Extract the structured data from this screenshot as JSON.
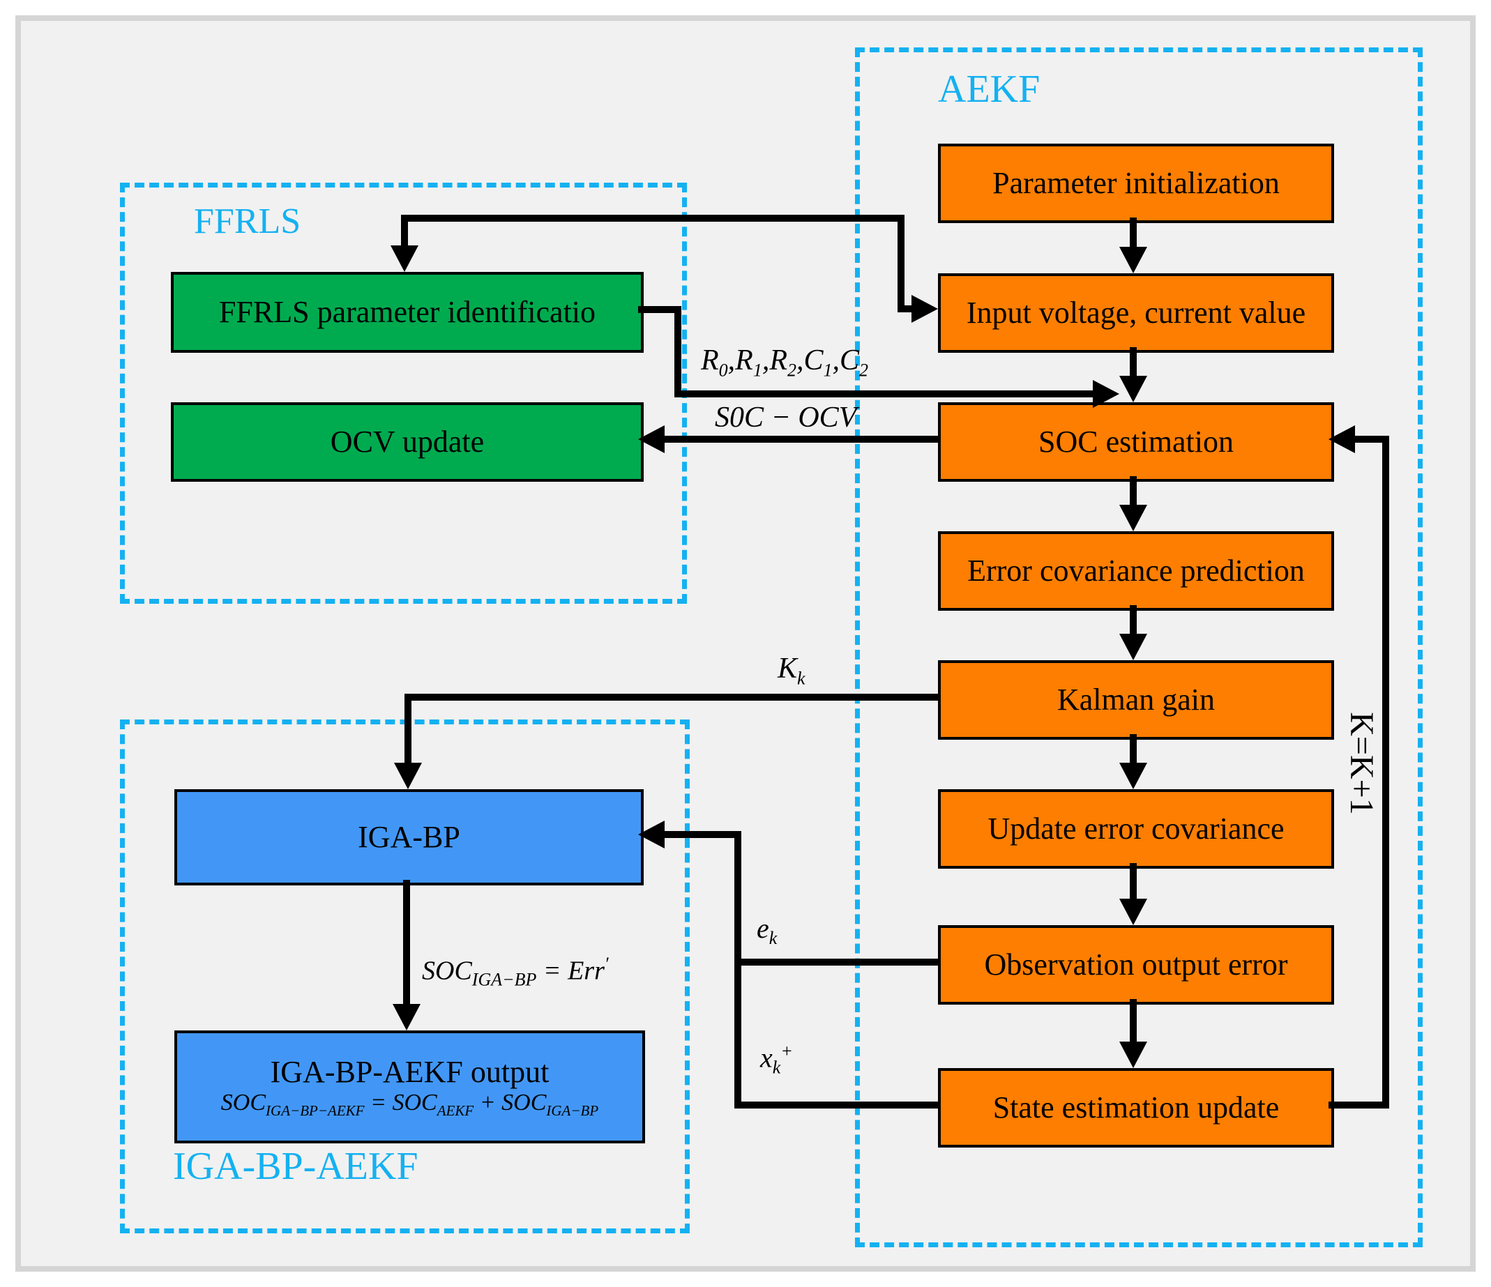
{
  "colors": {
    "bg": "#f1f1f1",
    "frame": "#d5d5d5",
    "orange": "#fd7e01",
    "green": "#00ab4f",
    "blue": "#4297f6",
    "cyan": "#14b1f1"
  },
  "groups": {
    "aekf": "AEKF",
    "ffrls": "FFRLS",
    "iga_bp_aekf": "IGA-BP-AEKF"
  },
  "boxes": {
    "param_init": "Parameter initialization",
    "input_voltage": "Input voltage, current value",
    "soc_estimation": "SOC estimation",
    "error_cov_prediction": "Error covariance prediction",
    "kalman_gain": "Kalman gain",
    "update_error_cov": "Update error covariance",
    "obs_output_error": "Observation output error",
    "state_est_update": "State estimation update",
    "ffrls_param_id": "FFRLS parameter identificatio",
    "ocv_update": "OCV update",
    "iga_bp": "IGA-BP",
    "iga_bp_aekf_output": "IGA-BP-AEKF output"
  },
  "edge_labels": {
    "r_params": [
      "R",
      "0",
      ",R",
      "1",
      ",R",
      "2",
      ",C",
      "1",
      ",C",
      "2"
    ],
    "soc_ocv": "S0C − OCV",
    "k_gain": [
      "K",
      "k"
    ],
    "e_k": [
      "e",
      "k"
    ],
    "x_k": [
      "x",
      "k",
      "+"
    ],
    "loop": "K=K+1",
    "err_formula": [
      "SOC",
      "IGA−BP",
      " = Err",
      "′"
    ],
    "output_formula": [
      "SOC",
      "IGA−BP−AEKF",
      " = SOC",
      "AEKF",
      " + SOC",
      "IGA−BP"
    ]
  }
}
